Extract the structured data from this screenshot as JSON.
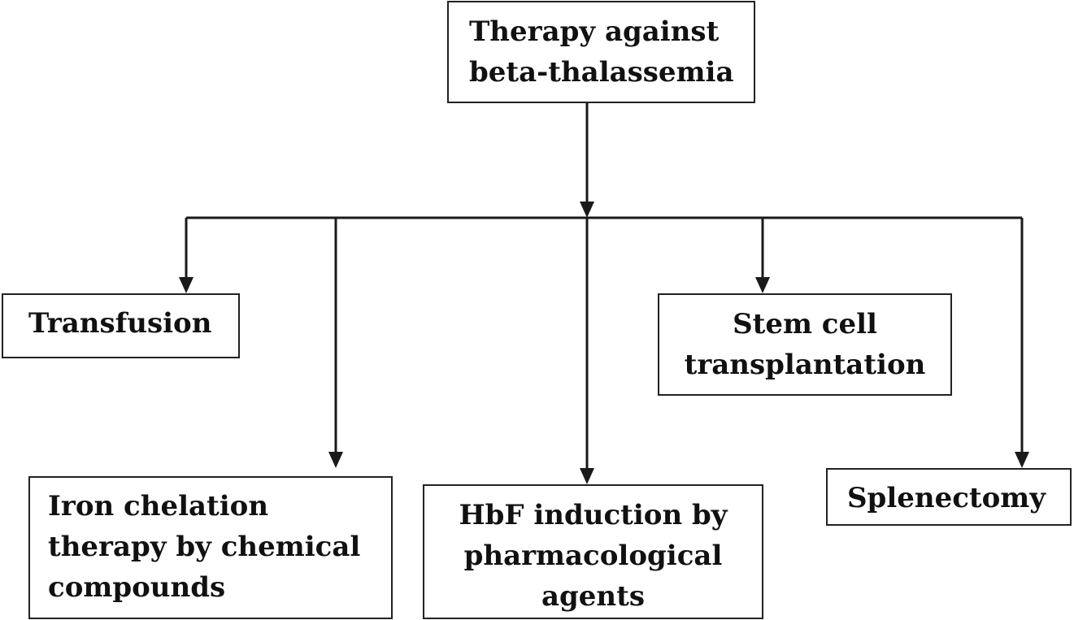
{
  "diagram": {
    "root": {
      "label": "Therapy against\nbeta-thalassemia"
    },
    "branches": [
      {
        "id": "transfusion",
        "label": "Transfusion"
      },
      {
        "id": "iron",
        "label": "Iron chelation\ntherapy by chemical\ncompounds"
      },
      {
        "id": "hbf",
        "label": "HbF induction by\npharmacological\nagents"
      },
      {
        "id": "stemcell",
        "label": "Stem cell\ntransplantation"
      },
      {
        "id": "splenectomy",
        "label": "Splenectomy"
      }
    ],
    "colors": {
      "line": "#1a1a1a",
      "border": "#222222",
      "text": "#111111",
      "background": "#ffffff"
    }
  }
}
